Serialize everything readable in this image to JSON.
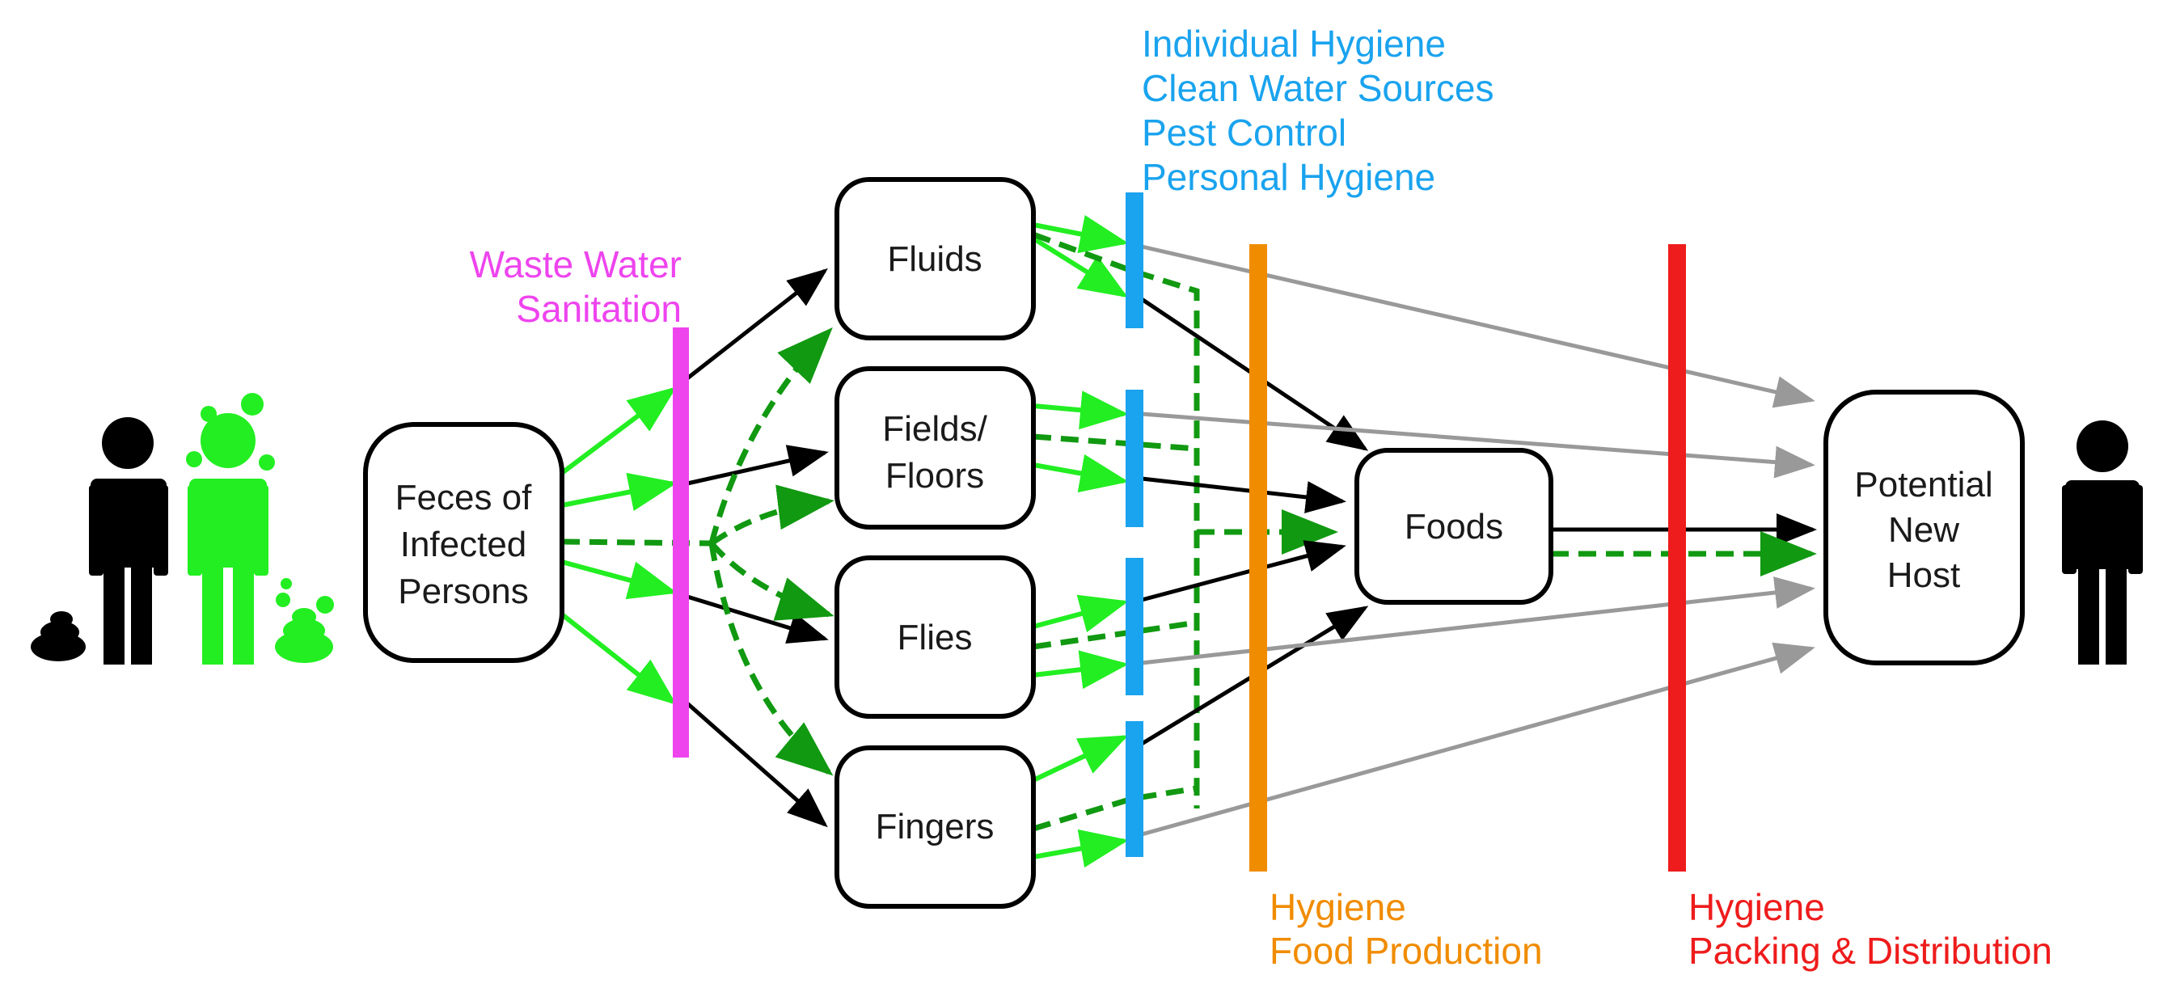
{
  "colors": {
    "black": "#000000",
    "green": "#22ee22",
    "dashed_green": "#119911",
    "gray": "#999999",
    "magenta": "#ee44ee",
    "blue": "#1aa3ee",
    "orange": "#f08c00",
    "red": "#ee1c1c"
  },
  "nodes": {
    "feces": [
      "Feces of",
      "Infected",
      "Persons"
    ],
    "fluids": [
      "Fluids"
    ],
    "fields": [
      "Fields/",
      "Floors"
    ],
    "flies": [
      "Flies"
    ],
    "fingers": [
      "Fingers"
    ],
    "foods": [
      "Foods"
    ],
    "host": [
      "Potential",
      "New",
      "Host"
    ]
  },
  "barriers": {
    "waste_water": [
      "Waste Water",
      "Sanitation"
    ],
    "individual": [
      "Individual Hygiene",
      "Clean Water Sources",
      "Pest Control",
      "Personal Hygiene"
    ],
    "food_production": [
      "Hygiene",
      "Food Production"
    ],
    "packing": [
      "Hygiene",
      "Packing & Distribution"
    ]
  }
}
